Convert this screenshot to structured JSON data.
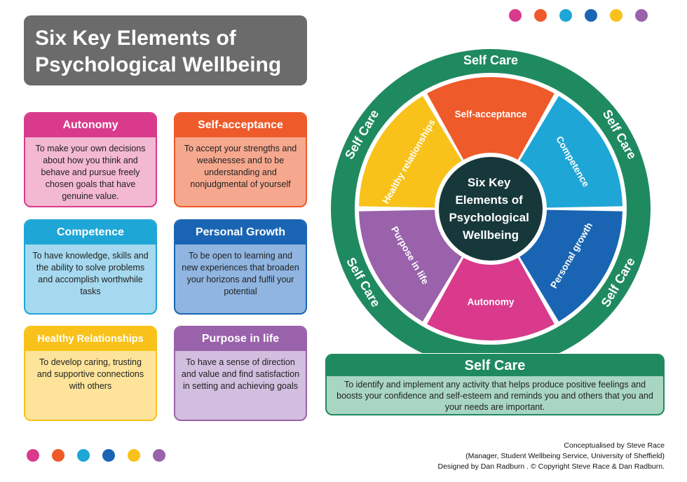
{
  "title": {
    "line1": "Six Key Elements of",
    "line2": "Psychological Wellbeing"
  },
  "cards": [
    {
      "heading": "Autonomy",
      "text": "To make your own decisions about how you think and behave and pursue freely chosen goals that have genuine value."
    },
    {
      "heading": "Self-acceptance",
      "text": "To accept your strengths and weaknesses and to be understanding and nonjudgmental of yourself"
    },
    {
      "heading": "Competence",
      "text": "To have knowledge, skills and the ability to solve problems and accomplish worthwhile tasks"
    },
    {
      "heading": "Personal Growth",
      "text": "To be open to learning and new experiences that broaden your horizons and fulfil your potential"
    },
    {
      "heading": "Healthy Relationships",
      "text": "To develop caring, trusting and supportive connections with others"
    },
    {
      "heading": "Purpose in life",
      "text": "To have a sense of direction and value and find satisfaction in setting and achieving goals"
    }
  ],
  "wheel": {
    "center": [
      "Six Key",
      "Elements of",
      "Psychological",
      "Wellbeing"
    ],
    "ring_label": "Self Care",
    "segments": [
      "Self-acceptance",
      "Competence",
      "Personal growth",
      "Autonomy",
      "Purpose in life",
      "Healthy relationships"
    ]
  },
  "self_care": {
    "heading": "Self Care",
    "text": "To identify and implement any activity that helps produce positive feelings and boosts your confidence and self-esteem and reminds you and others that you and your needs are important."
  },
  "credits": {
    "line1": "Conceptualised by Steve Race",
    "line2": "(Manager, Student Wellbeing Service, University of Sheffield)",
    "line3": "Designed by Dan Radburn . © Copyright Steve Race & Dan Radburn."
  },
  "colors": {
    "magenta": "#d93a8c",
    "orange": "#ee5a2a",
    "sky": "#1ea6d6",
    "blue": "#1a65b3",
    "yellow": "#f8c21a",
    "purple": "#9a62ab",
    "green": "#1f8a60",
    "dark": "#17383b",
    "title_bg": "#6b6b6b"
  }
}
